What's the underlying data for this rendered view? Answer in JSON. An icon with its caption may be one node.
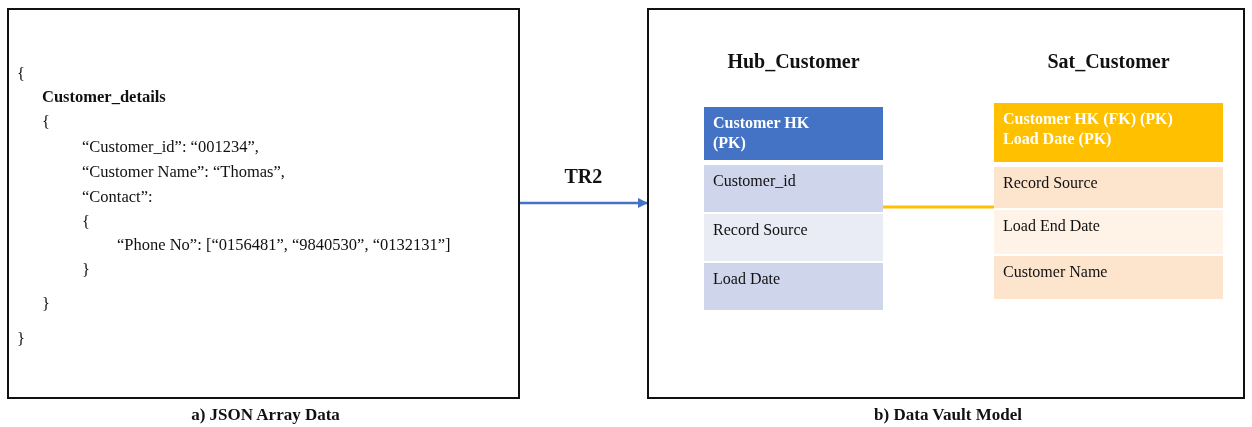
{
  "diagram": {
    "nodes": [
      {
        "text": [
          "{",
          "Customer_details",
          "{",
          "“Customer_id”: “001234”,",
          "“Customer Name”: “Thomas”,",
          "“Contact”:",
          "{",
          "“Phone No”: [“0156481”, “9840530”, “0132131”]",
          "}",
          "}",
          "}"
        ],
        "beside": [
          "a) JSON Array Data"
        ]
      },
      {
        "text": [],
        "shape": "box",
        "beside": [
          "b) Data Vault Model"
        ]
      },
      {
        "text": [
          "Hub_Customer"
        ],
        "in": 1
      },
      {
        "text": [
          "Customer HK (PK)"
        ],
        "in": 2
      },
      {
        "text": [
          "Customer_id"
        ],
        "in": 2
      },
      {
        "text": [
          "Record Source"
        ],
        "in": 2
      },
      {
        "text": [
          "Load Date"
        ],
        "in": 2
      },
      {
        "text": [
          "Sat_Customer"
        ],
        "in": 1
      },
      {
        "text": [
          "Customer HK (FK) (PK) Load Date (PK)"
        ],
        "in": 7
      },
      {
        "text": [
          "Record Source"
        ],
        "in": 7
      },
      {
        "text": [
          "Load End Date"
        ],
        "in": 7
      },
      {
        "text": [
          "Customer Name"
        ],
        "in": 7
      }
    ],
    "edges": [
      {
        "from": 0,
        "to": 1,
        "arrow": "to",
        "label": "TR2",
        "color": "#4472c4"
      },
      {
        "from": 2,
        "to": 7,
        "arrow": "none",
        "color": "#ffc000"
      }
    ]
  }
}
